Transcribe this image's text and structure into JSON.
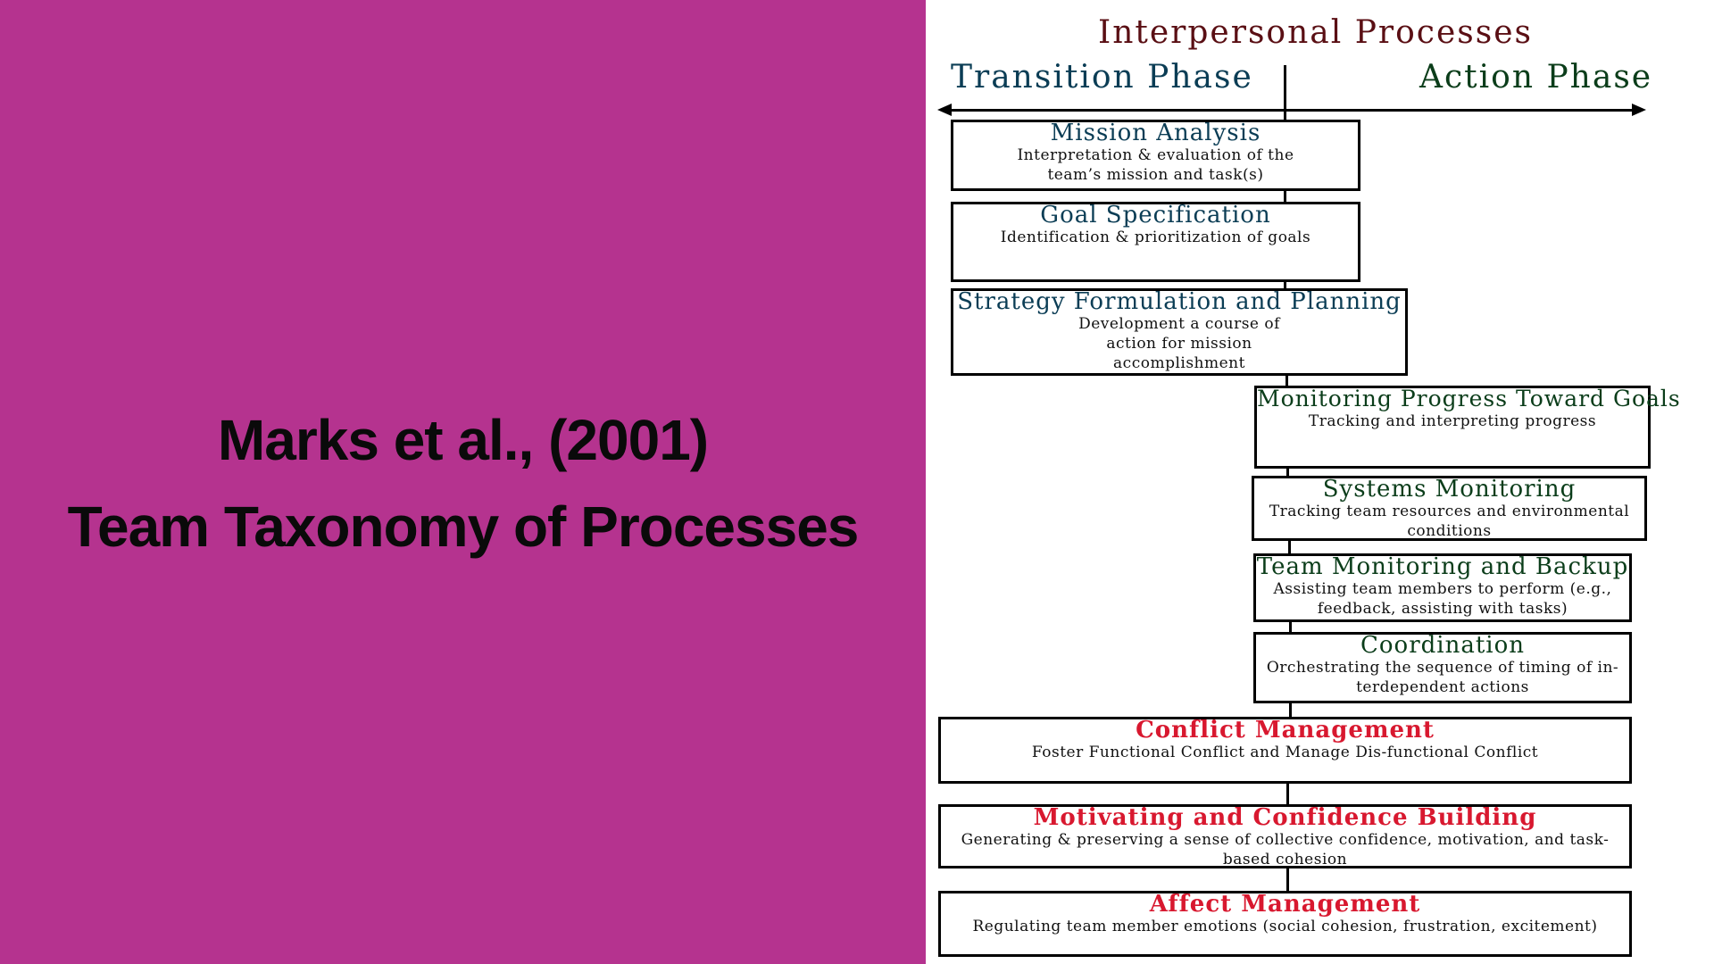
{
  "left_panel": {
    "background": "#b5338f",
    "title_line1": "Marks et al., (2001)",
    "title_line2": "Team Taxonomy of Processes"
  },
  "diagram": {
    "heading": "Interpersonal Processes",
    "heading_color": "#5a0f14",
    "phases": {
      "transition": {
        "label": "Transition Phase",
        "color": "#0b3d55"
      },
      "action": {
        "label": "Action Phase",
        "color": "#0b3d1a"
      }
    },
    "transition_processes": [
      {
        "title": "Mission Analysis",
        "description": "Interpretation & evaluation of the team’s mission and task(s)"
      },
      {
        "title": "Goal Specification",
        "description": "Identification & prioritization of goals"
      },
      {
        "title": "Strategy Formulation and Planning",
        "description": "Development a course of action for mission accomplishment"
      }
    ],
    "action_processes": [
      {
        "title": "Monitoring Progress Toward Goals",
        "description": "Tracking and interpreting progress"
      },
      {
        "title": "Systems Monitoring",
        "description": "Tracking team resources and environmental conditions"
      },
      {
        "title": "Team Monitoring and Backup",
        "description": "Assisting team members to perform (e.g., feedback, assisting with tasks)"
      },
      {
        "title": "Coordination",
        "description": "Orchestrating the sequence of timing of in-terdependent actions"
      }
    ],
    "interpersonal_processes": [
      {
        "title": "Conflict Management",
        "description": "Foster Functional Conflict and Manage Dis-functional Conflict"
      },
      {
        "title": "Motivating and Confidence Building",
        "description": "Generating & preserving a sense of collective confidence, motivation, and task-based cohesion"
      },
      {
        "title": "Affect Management",
        "description": "Regulating team member emotions (social cohesion, frustration, excitement)"
      }
    ],
    "interpersonal_color": "#d8182f"
  }
}
